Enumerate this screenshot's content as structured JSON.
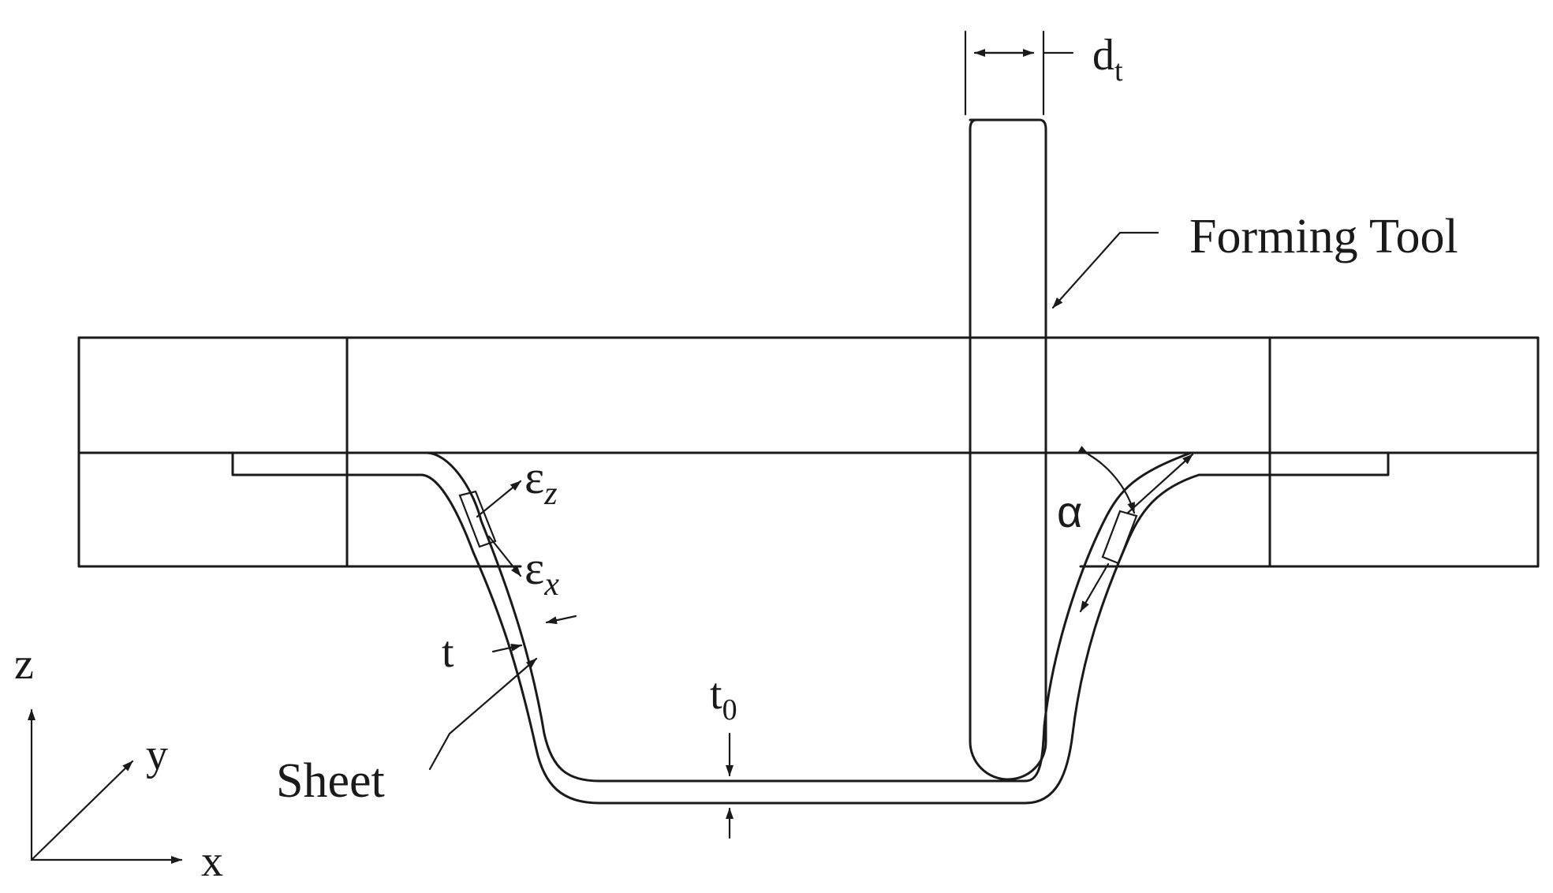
{
  "labels": {
    "forming_tool": "Forming Tool",
    "sheet": "Sheet",
    "tool_diameter": "d",
    "tool_diameter_sub": "t",
    "thickness": "t",
    "initial_thickness": "t",
    "initial_thickness_sub": "0",
    "strain_z": "ε",
    "strain_z_sub": "z",
    "strain_x": "ε",
    "strain_x_sub": "x",
    "wall_angle": "α",
    "axis_z": "z",
    "axis_y": "y",
    "axis_x": "x"
  },
  "colors": {
    "line": "#1a1a1a",
    "element_fill": "#6e6e6e",
    "background": "#ffffff"
  }
}
